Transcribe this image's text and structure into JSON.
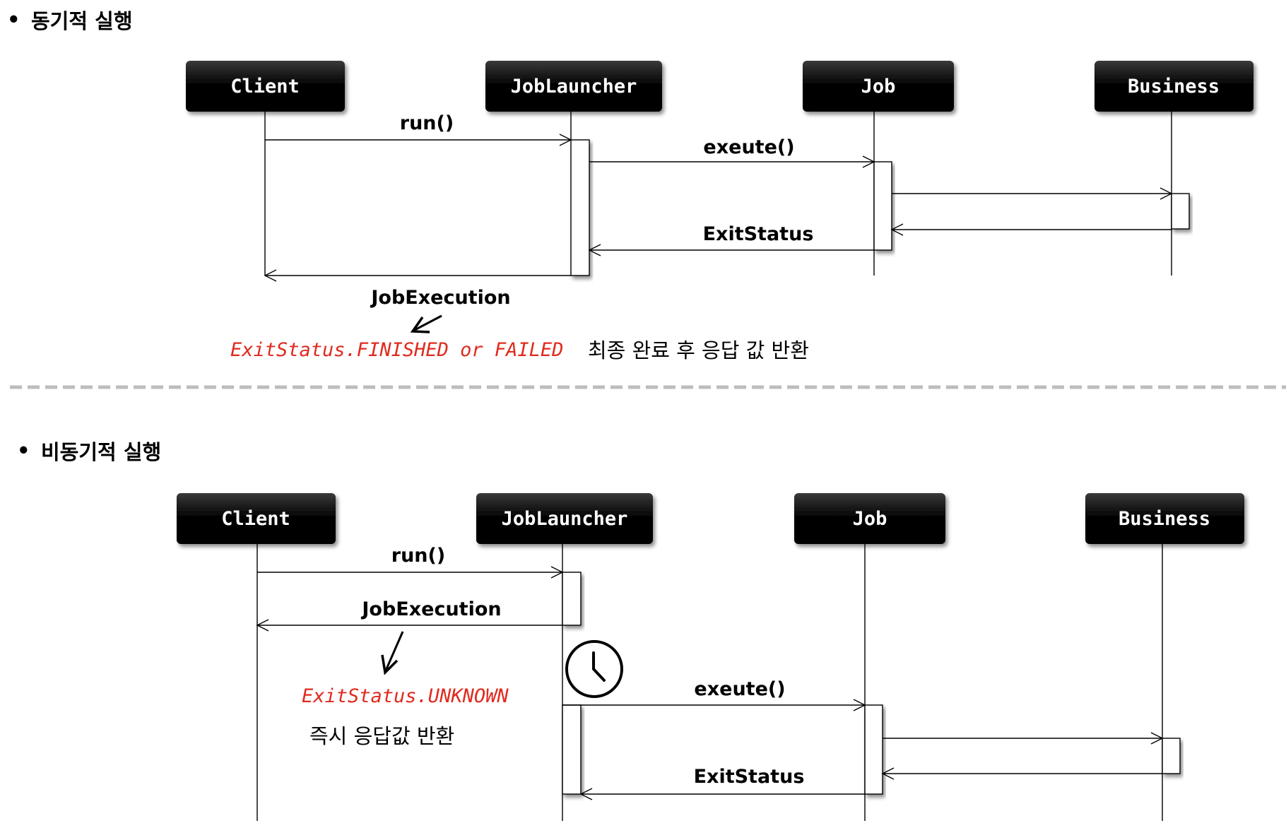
{
  "sync": {
    "title": "동기적 실행",
    "participants": [
      "Client",
      "JobLauncher",
      "Job",
      "Business"
    ],
    "messages": {
      "run": "run()",
      "execute": "exeute()",
      "exit_status": "ExitStatus",
      "job_execution": "JobExecution"
    },
    "result_code": "ExitStatus.FINISHED or FAILED",
    "result_note": "최종 완료 후 응답 값 반환"
  },
  "async": {
    "title": "비동기적 실행",
    "participants": [
      "Client",
      "JobLauncher",
      "Job",
      "Business"
    ],
    "messages": {
      "run": "run()",
      "job_execution": "JobExecution",
      "execute": "exeute()",
      "exit_status": "ExitStatus"
    },
    "result_code": "ExitStatus.UNKNOWN",
    "result_note": "즉시 응답값 반환"
  },
  "bullet": "•",
  "icons": {
    "clock": "clock-icon",
    "pointer": "arrow-pointer-icon"
  },
  "colors": {
    "box": "#000000",
    "box_text": "#ffffff",
    "highlight": "#e02a1f",
    "divider": "#bdbdbd"
  }
}
